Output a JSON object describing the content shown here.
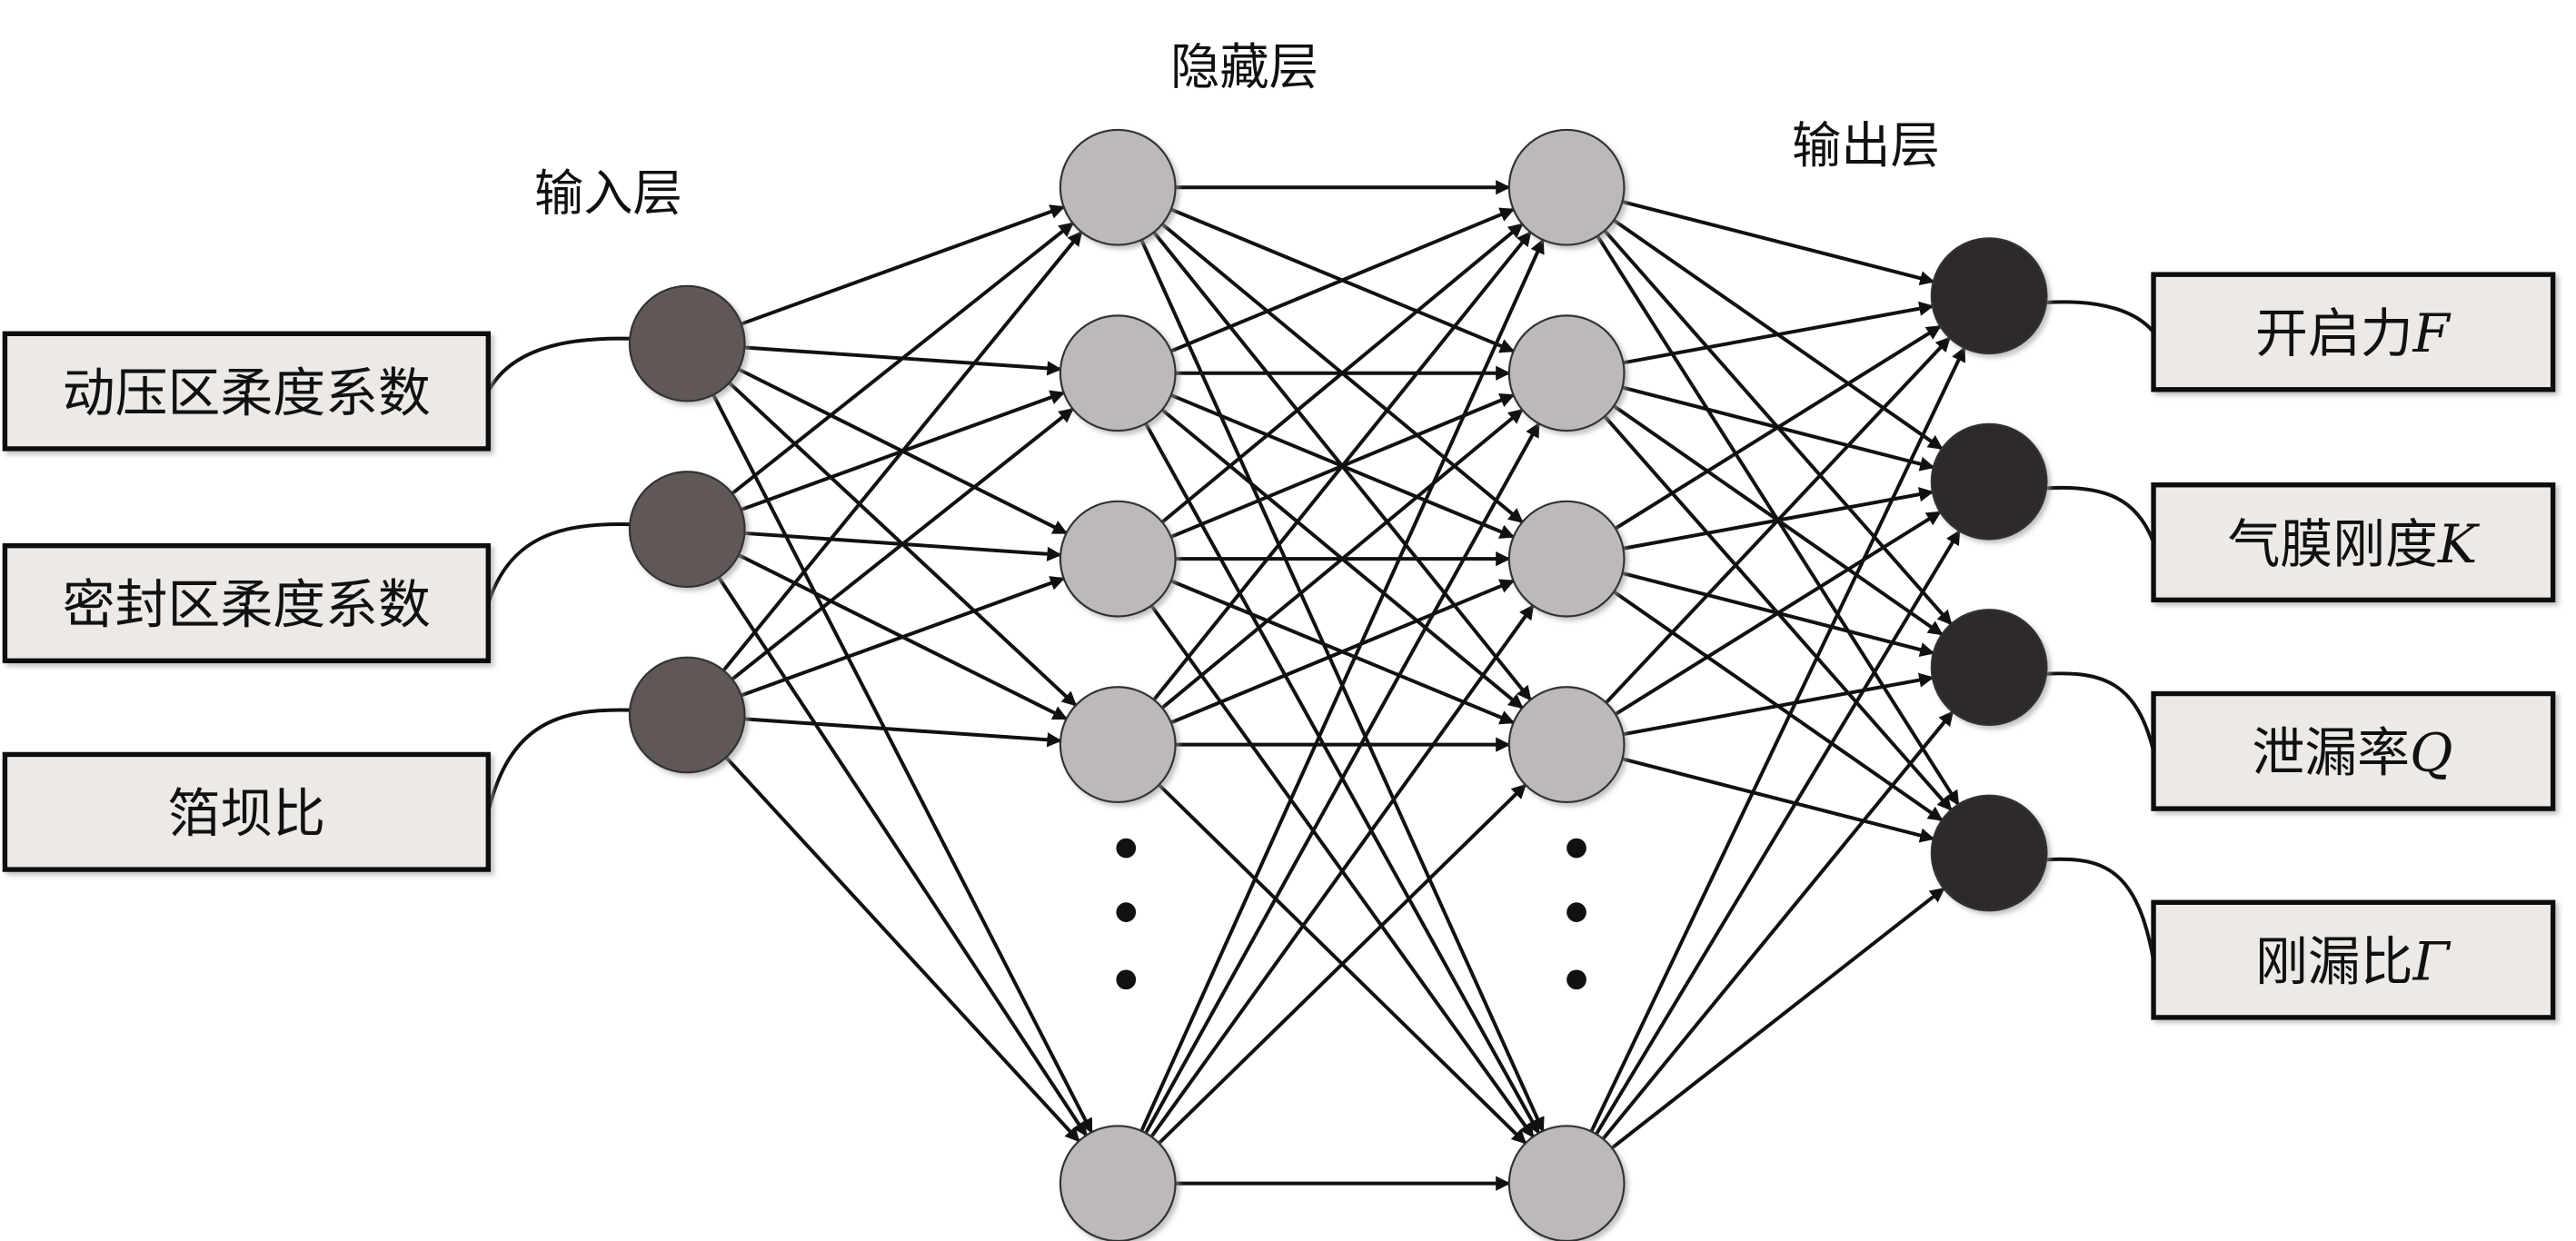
{
  "layers": {
    "input_title": "输入层",
    "hidden_title": "隐藏层",
    "output_title": "输出层"
  },
  "inputs": [
    {
      "label": "动压区柔度系数"
    },
    {
      "label": "密封区柔度系数"
    },
    {
      "label": "箔坝比"
    }
  ],
  "outputs": [
    {
      "label": "开启力",
      "symbol": "F"
    },
    {
      "label": "气膜刚度",
      "symbol": "K"
    },
    {
      "label": "泄漏率",
      "symbol": "Q"
    },
    {
      "label": "刚漏比",
      "symbol": "Γ"
    }
  ],
  "hidden_layer_count": 2,
  "hidden_nodes_drawn": 5,
  "colors": {
    "input_node": "#5f5856",
    "hidden_node": "#bdb9b9",
    "output_node": "#2e2a2a",
    "box_fill": "#ece9e6",
    "edge": "#111111"
  }
}
